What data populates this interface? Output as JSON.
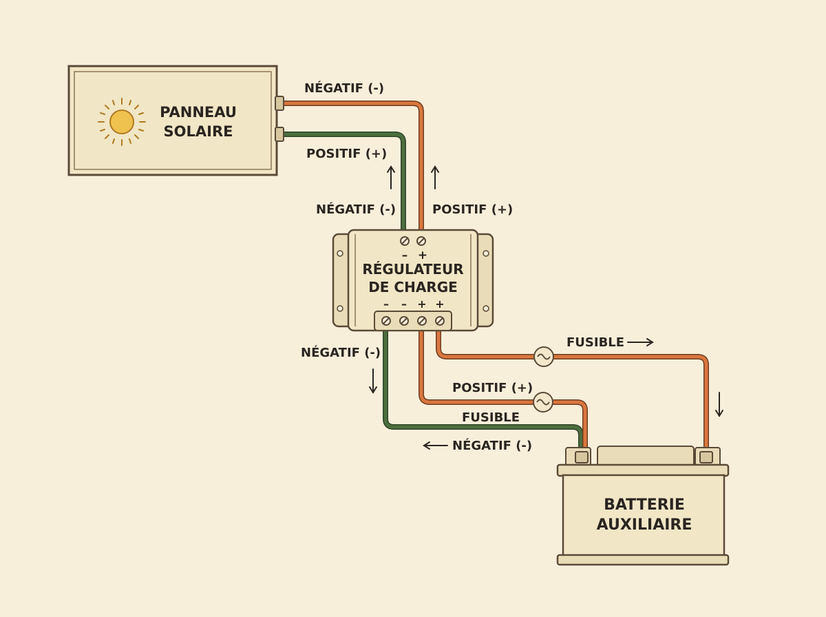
{
  "diagram": {
    "panel": {
      "line1": "PANNEAU",
      "line2": "SOLAIRE"
    },
    "regulator": {
      "line1": "RÉGULATEUR",
      "line2": "DE CHARGE",
      "top_terminal_minus": "–",
      "top_terminal_plus": "+",
      "bottom_terminal_signs": [
        "–",
        "–",
        "+",
        "+"
      ]
    },
    "battery": {
      "line1": "BATTERIE",
      "line2": "AUXILIAIRE"
    },
    "labels": {
      "panel_negative": "NÉGATIF (-)",
      "panel_positive": "POSITIF (+)",
      "regulator_in_negative": "NÉGATIF (-)",
      "regulator_in_positive": "POSITIF (+)",
      "regulator_out_negative": "NÉGATIF (-)",
      "fuse_top": "FUSIBLE",
      "positive_out": "POSITIF (+)",
      "fuse_bottom": "FUSIBLE",
      "battery_negative": "NÉGATIF (-)"
    },
    "colors": {
      "background": "#f8efdb",
      "negative_wire": "#d9773f",
      "positive_wire": "#4d6e3f",
      "box_fill": "#f1e6c6",
      "outline": "#5a4a38",
      "sun": "#efc250"
    }
  }
}
